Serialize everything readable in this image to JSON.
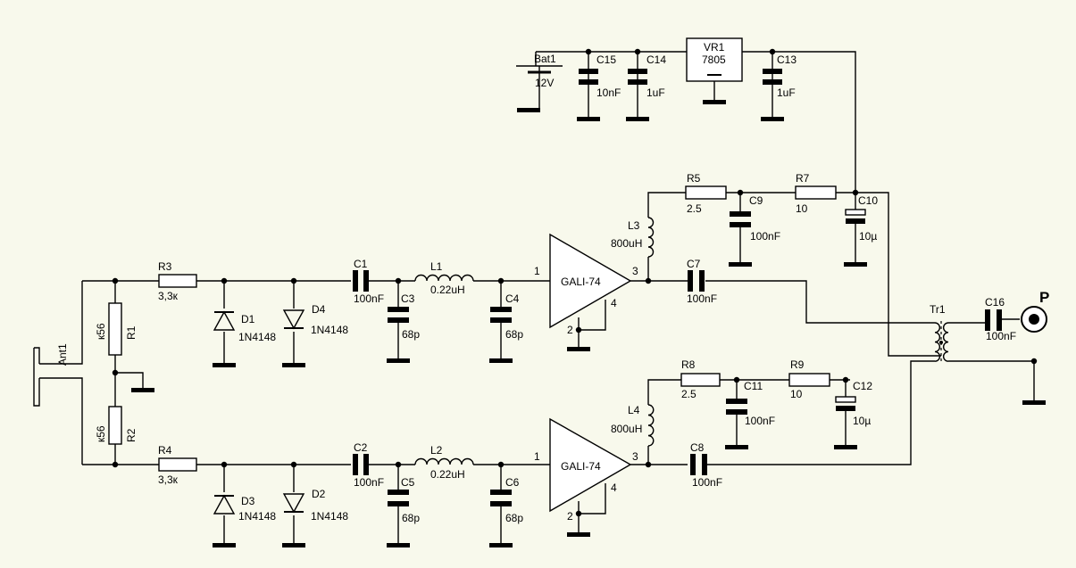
{
  "schematic": {
    "battery": {
      "ref": "Bat1",
      "value": "12V"
    },
    "regulator": {
      "ref": "VR1",
      "value": "7805"
    },
    "antenna": {
      "ref": "Ant1"
    },
    "transformer": {
      "ref": "Tr1"
    },
    "output": {
      "ref": "P"
    },
    "amplifiers": [
      {
        "value": "GALI-74",
        "pin_in": "1",
        "pin_out": "3",
        "pin_gnd": "2",
        "pin_4": "4"
      },
      {
        "value": "GALI-74",
        "pin_in": "1",
        "pin_out": "3",
        "pin_gnd": "2",
        "pin_4": "4"
      }
    ],
    "resistors": [
      {
        "ref": "R1",
        "value": "к56"
      },
      {
        "ref": "R2",
        "value": "к56"
      },
      {
        "ref": "R3",
        "value": "3,3к"
      },
      {
        "ref": "R4",
        "value": "3,3к"
      },
      {
        "ref": "R5",
        "value": "2.5"
      },
      {
        "ref": "R7",
        "value": "10"
      },
      {
        "ref": "R8",
        "value": "2.5"
      },
      {
        "ref": "R9",
        "value": "10"
      }
    ],
    "capacitors": [
      {
        "ref": "C1",
        "value": "100nF"
      },
      {
        "ref": "C2",
        "value": "100nF"
      },
      {
        "ref": "C3",
        "value": "68p"
      },
      {
        "ref": "C4",
        "value": "68p"
      },
      {
        "ref": "C5",
        "value": "68p"
      },
      {
        "ref": "C6",
        "value": "68p"
      },
      {
        "ref": "C7",
        "value": "100nF"
      },
      {
        "ref": "C8",
        "value": "100nF"
      },
      {
        "ref": "C9",
        "value": "100nF"
      },
      {
        "ref": "C10",
        "value": "10µ"
      },
      {
        "ref": "C11",
        "value": "100nF"
      },
      {
        "ref": "C12",
        "value": "10µ"
      },
      {
        "ref": "C13",
        "value": "1uF"
      },
      {
        "ref": "C14",
        "value": "1uF"
      },
      {
        "ref": "C15",
        "value": "10nF"
      },
      {
        "ref": "C16",
        "value": "100nF"
      }
    ],
    "inductors": [
      {
        "ref": "L1",
        "value": "0.22uH"
      },
      {
        "ref": "L2",
        "value": "0.22uH"
      },
      {
        "ref": "L3",
        "value": "800uH"
      },
      {
        "ref": "L4",
        "value": "800uH"
      }
    ],
    "diodes": [
      {
        "ref": "D1",
        "value": "1N4148"
      },
      {
        "ref": "D2",
        "value": "1N4148"
      },
      {
        "ref": "D3",
        "value": "1N4148"
      },
      {
        "ref": "D4",
        "value": "1N4148"
      }
    ]
  }
}
